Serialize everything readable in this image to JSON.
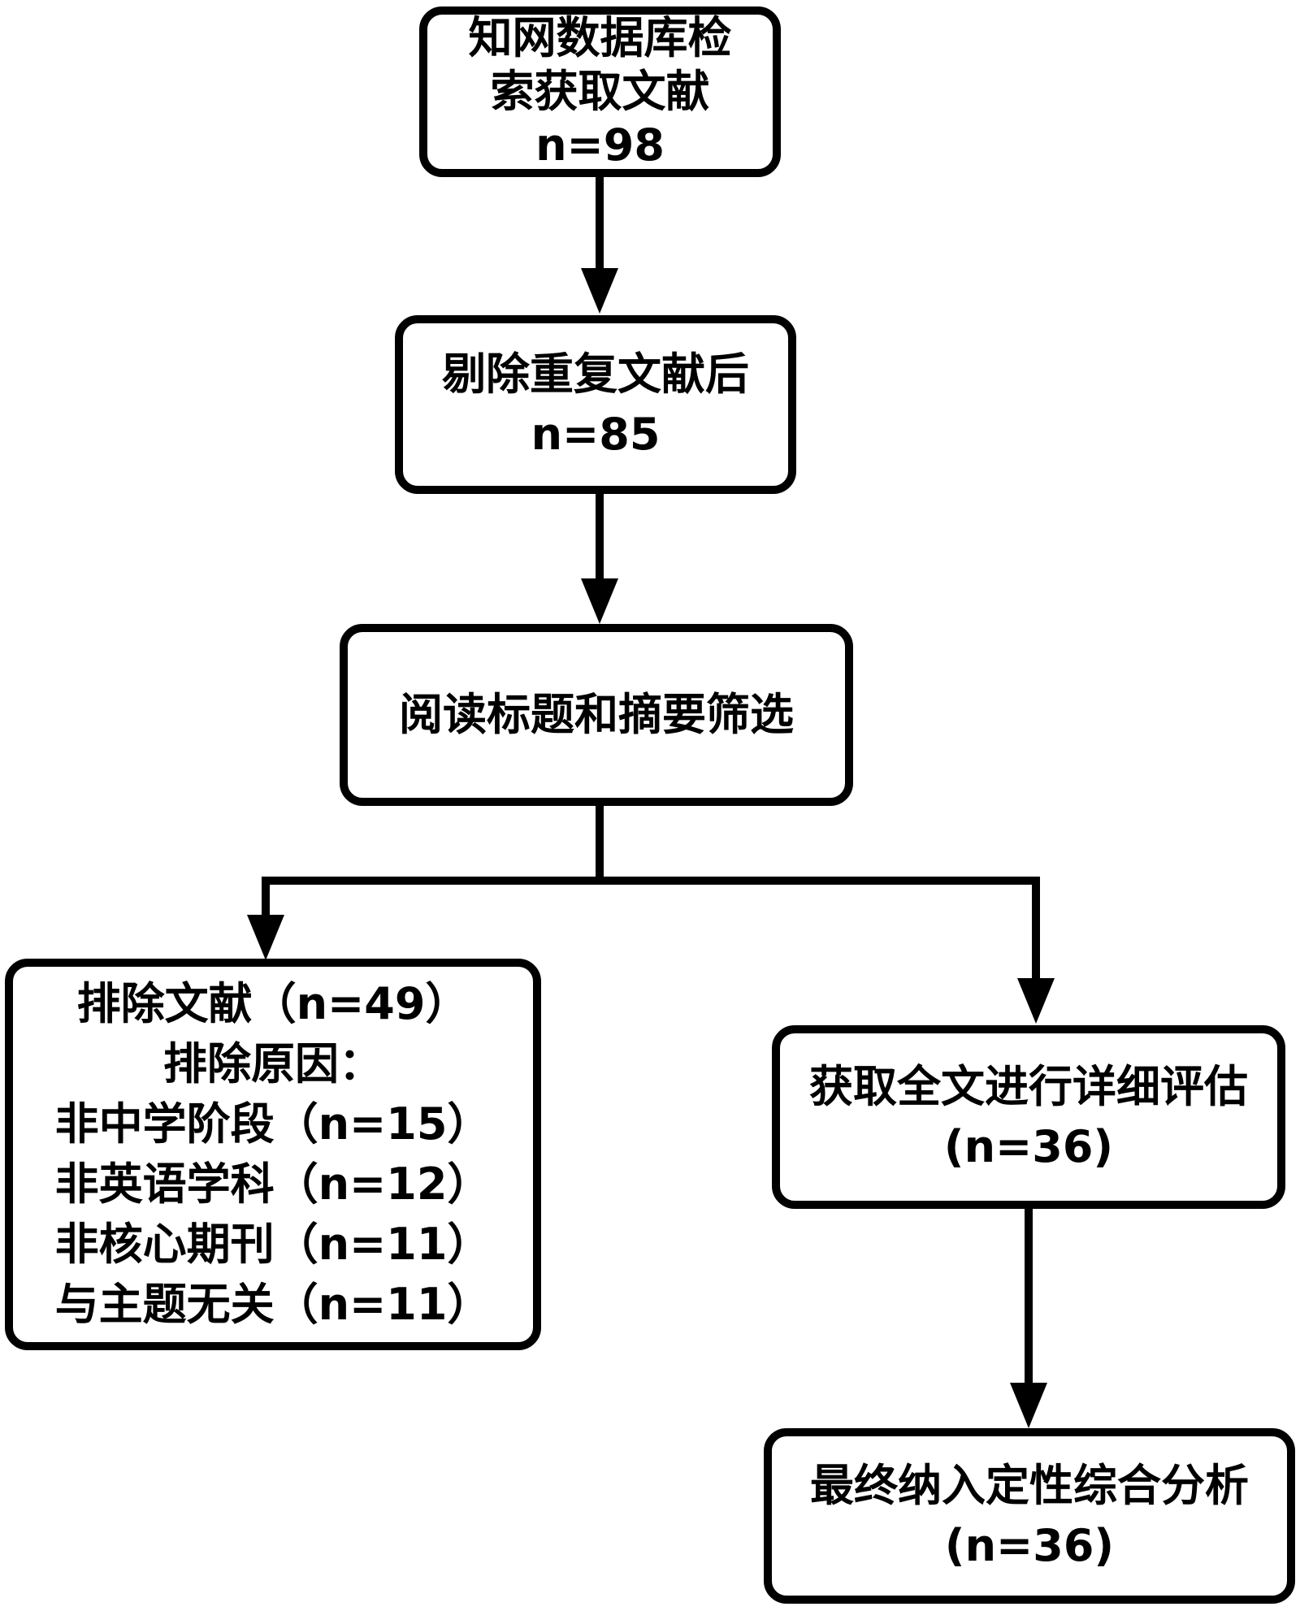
{
  "page": {
    "background_color": "#ffffff",
    "stroke_color": "#000000",
    "text_color": "#000000"
  },
  "flowchart": {
    "boxes": {
      "cnki_search": {
        "lines": [
          "知网数据库检",
          "索获取文献",
          "n=98"
        ]
      },
      "dedup": {
        "lines": [
          "剔除重复文献后",
          "n=85"
        ]
      },
      "screening": {
        "lines": [
          "阅读标题和摘要筛选"
        ]
      },
      "excluded": {
        "lines": [
          "排除文献（n=49）",
          "排除原因：",
          "非中学阶段（n=15）",
          "非英语学科（n=12）",
          "非核心期刊（n=11）",
          "与主题无关（n=11）"
        ]
      },
      "fulltext": {
        "lines": [
          "获取全文进行详细评估",
          "(n=36)"
        ]
      },
      "final": {
        "lines": [
          "最终纳入定性综合分析",
          "(n=36)"
        ]
      }
    },
    "connectors": {
      "search_to_dedup": "down-arrow",
      "dedup_to_screening": "down-arrow",
      "screening_branch": "split-two-ways",
      "branch_to_excluded": "down-arrow",
      "branch_to_fulltext": "down-arrow",
      "fulltext_to_final": "down-arrow"
    }
  }
}
